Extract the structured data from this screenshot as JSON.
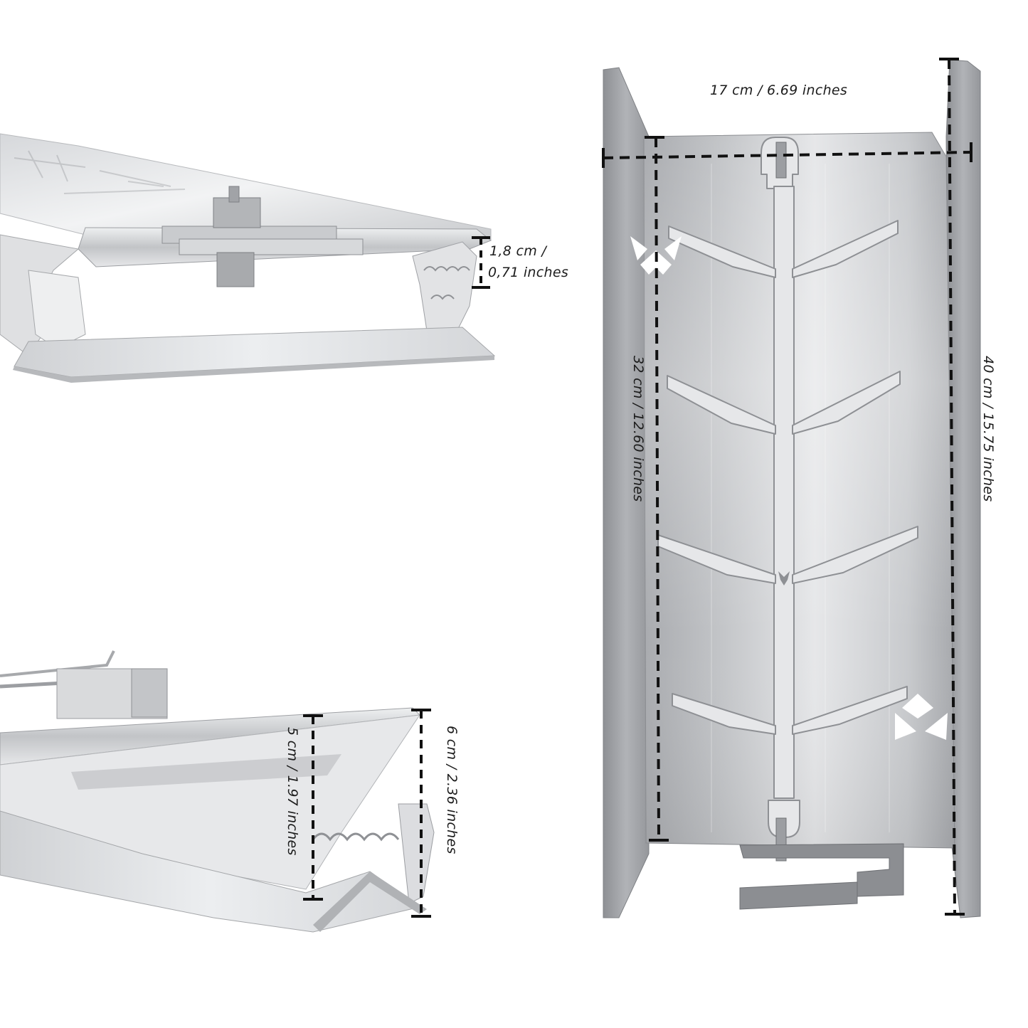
{
  "image": {
    "background": "#ffffff",
    "colors": {
      "steel_light": "#e4e5e7",
      "steel_mid": "#b7b9bc",
      "steel_dark": "#8f9195",
      "dimension_line": "#111111",
      "label_text": "#1c1c1c"
    }
  },
  "dimensions": {
    "top_left_height": {
      "line1": "1,8 cm /",
      "line2": "0,71 inches"
    },
    "main_width": "17 cm / 6.69 inches",
    "main_inner_length": "32 cm / 12.60 inches",
    "main_outer_length": "40 cm / 15.75 inches",
    "bottom_inner_height": "5 cm / 1.97 inches",
    "bottom_outer_height": "6 cm / 2.36 inches"
  },
  "photos": [
    {
      "name": "top-left-end-view",
      "description_visible": false
    },
    {
      "name": "bottom-left-side-view",
      "description_visible": false
    },
    {
      "name": "right-top-view",
      "description_visible": false
    }
  ],
  "icons": [
    "logo-mark-left",
    "logo-mark-right"
  ]
}
